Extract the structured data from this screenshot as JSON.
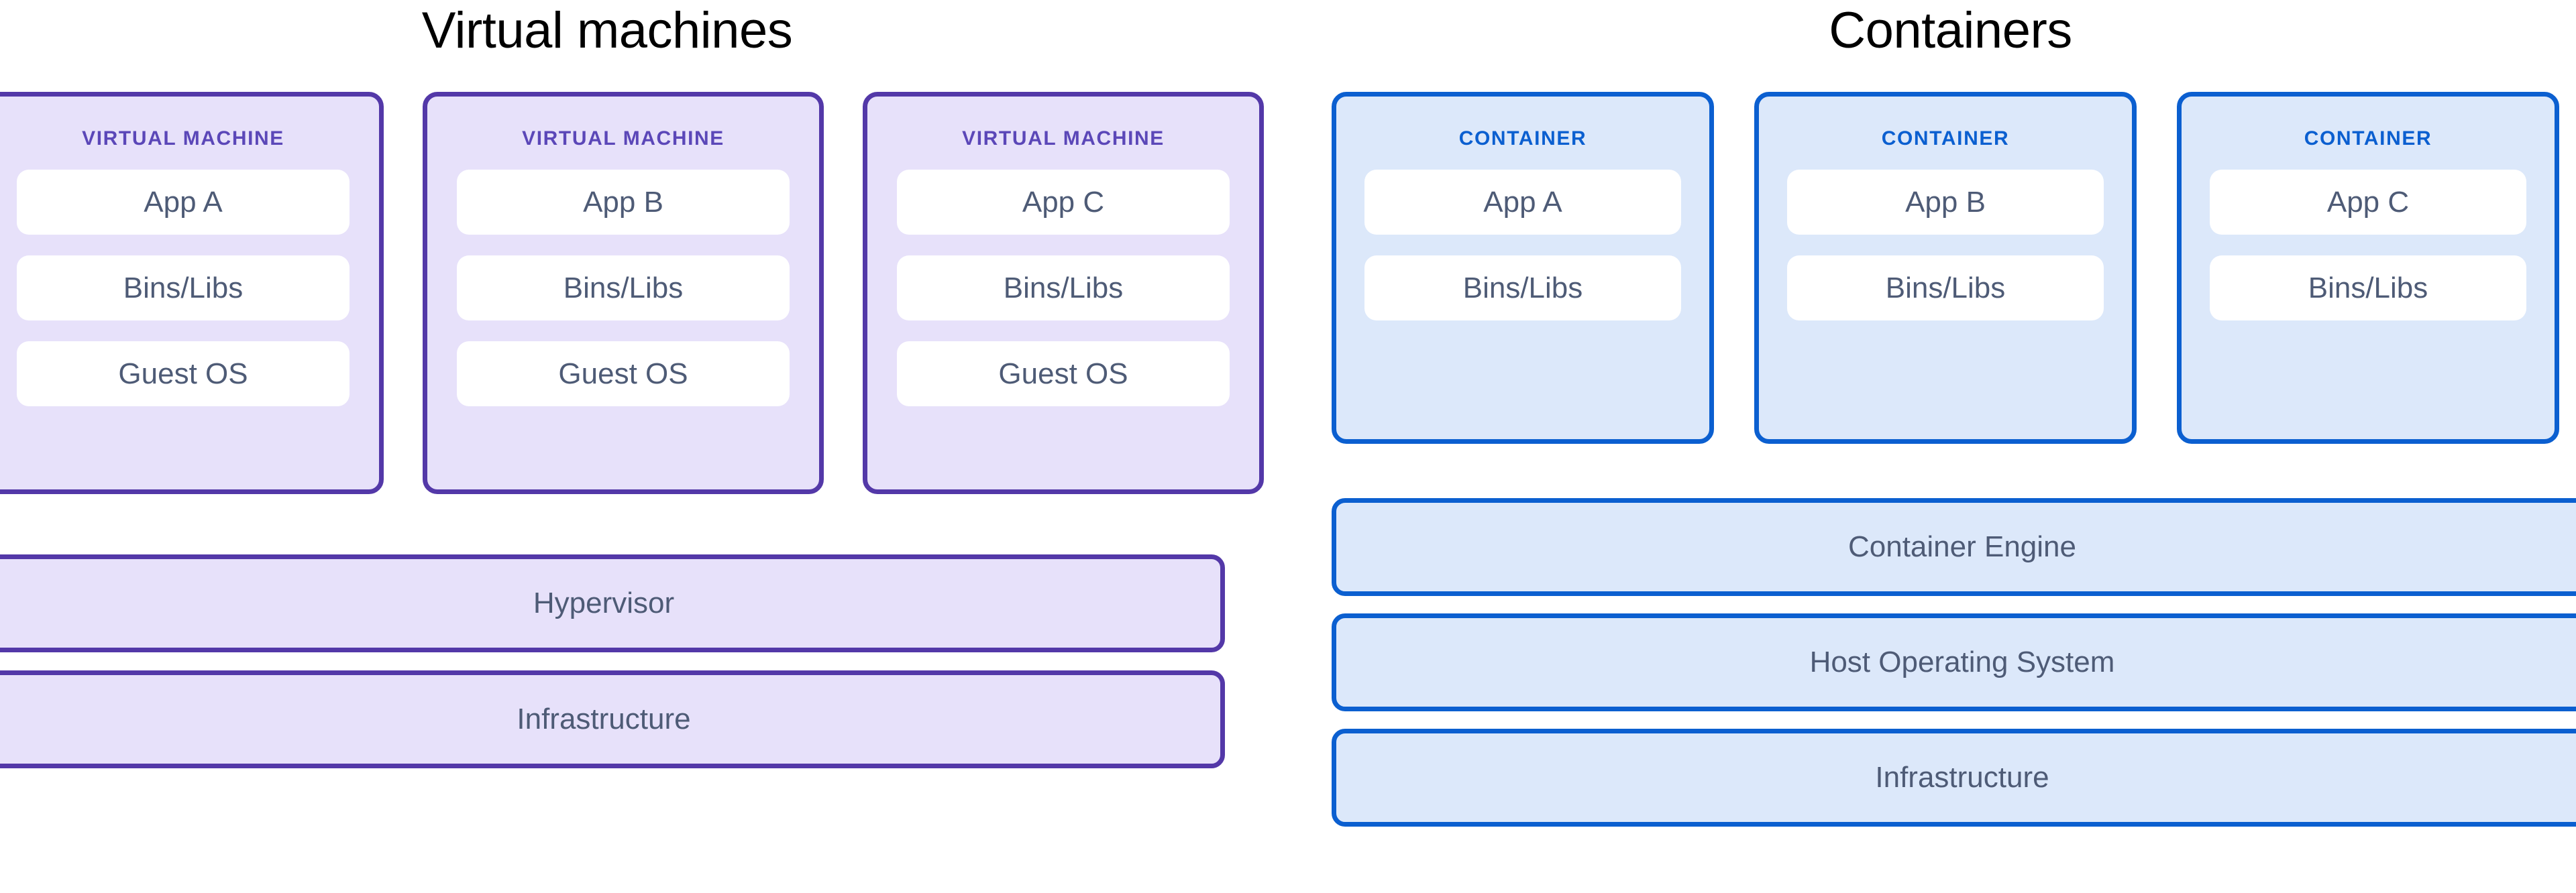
{
  "diagram": {
    "panels": [
      {
        "key": "virtual_machines",
        "title": "Virtual machines",
        "accent_border": "#5338A8",
        "accent_fill": "#E7E1FA",
        "accent_label": "#5B47B8",
        "units": [
          {
            "label": "VIRTUAL MACHINE",
            "rows": [
              "App A",
              "Bins/Libs",
              "Guest OS"
            ]
          },
          {
            "label": "VIRTUAL MACHINE",
            "rows": [
              "App B",
              "Bins/Libs",
              "Guest OS"
            ]
          },
          {
            "label": "VIRTUAL MACHINE",
            "rows": [
              "App C",
              "Bins/Libs",
              "Guest OS"
            ]
          }
        ],
        "layers": [
          "Hypervisor",
          "Infrastructure"
        ]
      },
      {
        "key": "containers",
        "title": "Containers",
        "accent_border": "#0B5FD0",
        "accent_fill": "#DCE8FA",
        "accent_label": "#0B5FD0",
        "units": [
          {
            "label": "CONTAINER",
            "rows": [
              "App A",
              "Bins/Libs"
            ]
          },
          {
            "label": "CONTAINER",
            "rows": [
              "App B",
              "Bins/Libs"
            ]
          },
          {
            "label": "CONTAINER",
            "rows": [
              "App C",
              "Bins/Libs"
            ]
          }
        ],
        "layers": [
          "Container Engine",
          "Host Operating System",
          "Infrastructure"
        ]
      }
    ],
    "text_color": "#4E5B76",
    "title_color": "#000000",
    "box_fill": "#FFFFFF",
    "background": "#FFFFFF"
  }
}
